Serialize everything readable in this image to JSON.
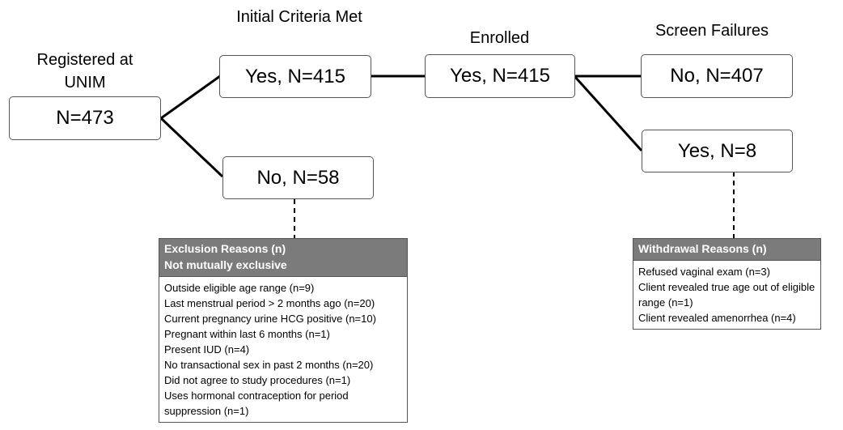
{
  "headings": {
    "registered": "Registered at UNIM",
    "initial_criteria": "Initial Criteria Met",
    "enrolled": "Enrolled",
    "screen_failures": "Screen Failures"
  },
  "boxes": {
    "registered": "N=473",
    "criteria_yes": "Yes, N=415",
    "criteria_no": "No, N=58",
    "enrolled_yes": "Yes, N=415",
    "screen_fail_no": "No, N=407",
    "screen_fail_yes": "Yes, N=8"
  },
  "exclusion": {
    "title_line1": "Exclusion Reasons (n)",
    "title_line2": "Not mutually exclusive",
    "items": [
      "Outside eligible age range (n=9)",
      "Last menstrual period > 2 months ago (n=20)",
      "Current pregnancy urine HCG positive (n=10)",
      "Pregnant within last 6 months (n=1)",
      "Present IUD (n=4)",
      "No transactional sex in past 2 months (n=20)",
      "Did not agree to study procedures  (n=1)",
      "Uses hormonal contraception for period suppression (n=1)"
    ]
  },
  "withdrawal": {
    "title": "Withdrawal Reasons (n)",
    "items": [
      "Refused vaginal exam (n=3)",
      "Client revealed true age out of eligible range (n=1)",
      "Client revealed amenorrhea (n=4)"
    ]
  }
}
